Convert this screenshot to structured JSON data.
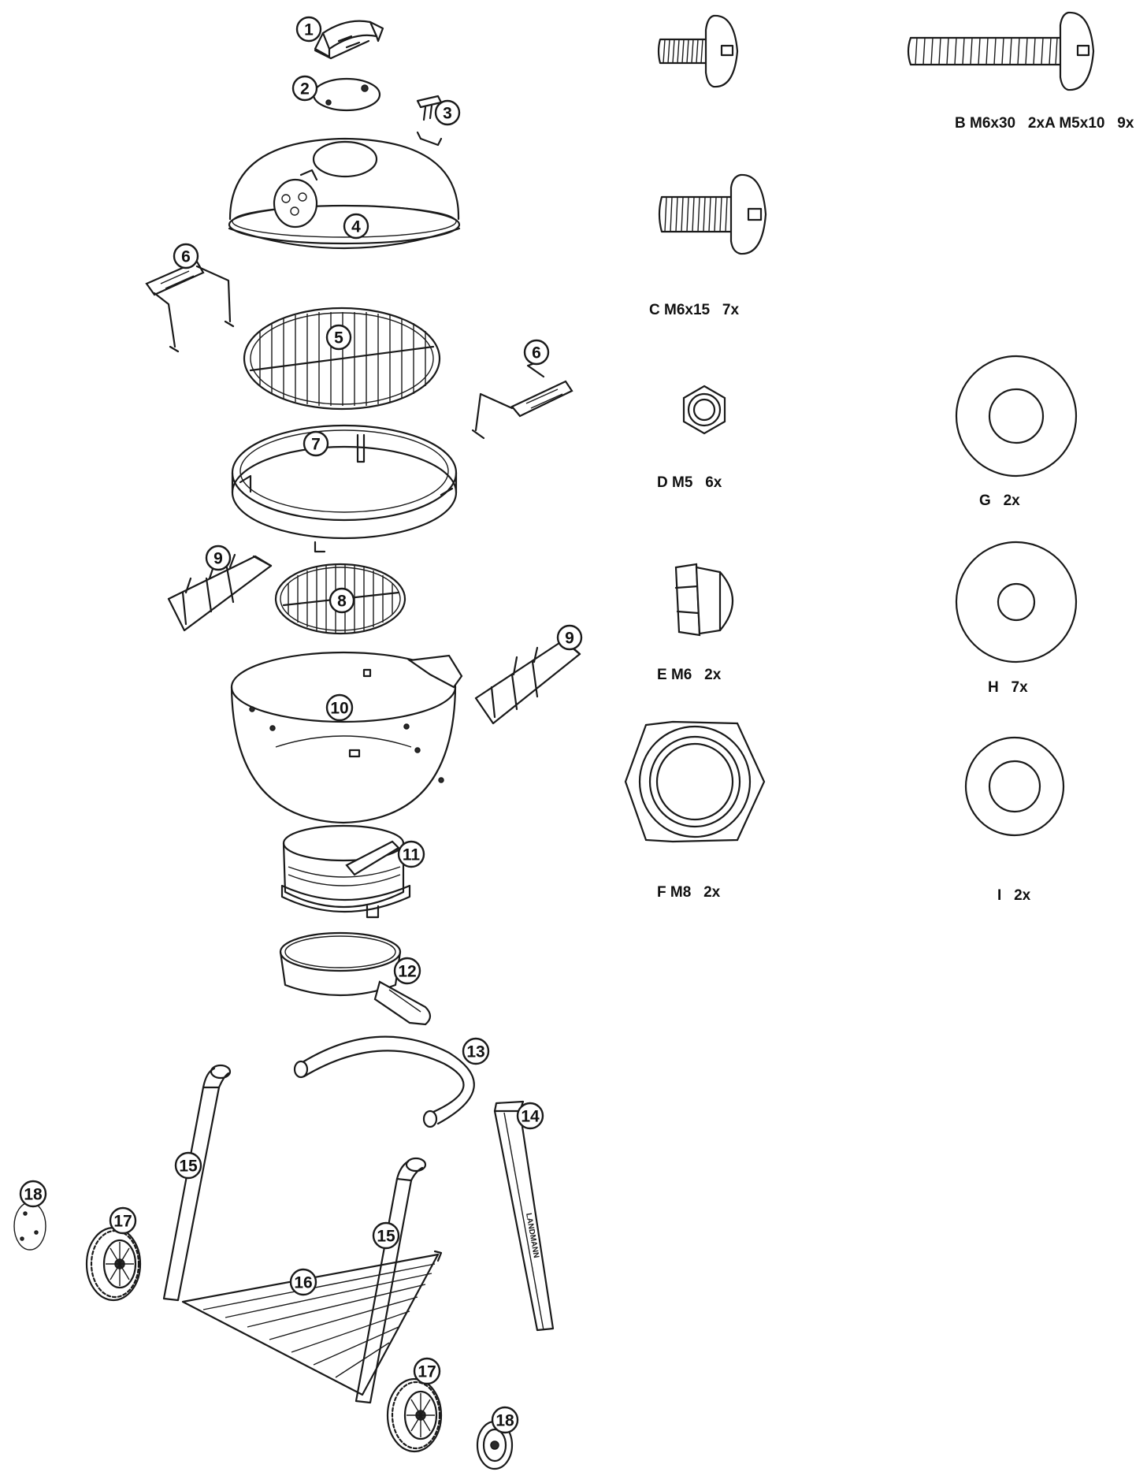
{
  "callouts": [
    "1",
    "2",
    "3",
    "4",
    "5",
    "6",
    "7",
    "8",
    "9",
    "10",
    "11",
    "12",
    "13",
    "14",
    "15",
    "16",
    "17",
    "18"
  ],
  "hardware": {
    "label_BA": "B M6x30   2xA M5x10   9x",
    "label_C": "C M6x15   7x",
    "label_D": "D M5   6x",
    "label_E": "E M6   2x",
    "label_F": "F M8   2x",
    "label_G": "G   2x",
    "label_H": "H   7x",
    "label_I": "I   2x"
  },
  "leg_brand": "LANDMANN",
  "colors": {
    "line": "#1a1a1a",
    "background": "#ffffff"
  }
}
